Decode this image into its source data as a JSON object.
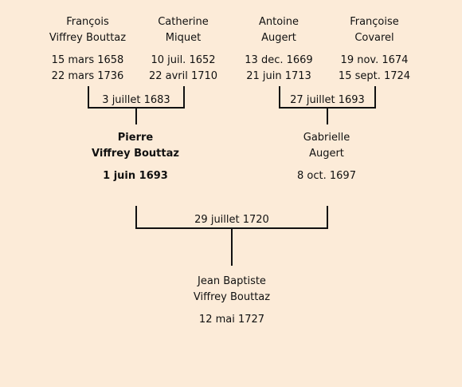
{
  "grandparents": [
    {
      "first": "François",
      "last": "Viffrey Bouttaz",
      "birth": "15 mars 1658",
      "death": "22 mars 1736"
    },
    {
      "first": "Catherine",
      "last": "Miquet",
      "birth": "10 juil. 1652",
      "death": "22 avril 1710"
    },
    {
      "first": "Antoine",
      "last": "Augert",
      "birth": "13 dec. 1669",
      "death": "21 juin 1713"
    },
    {
      "first": "Françoise",
      "last": "Covarel",
      "birth": "19 nov. 1674",
      "death": "15 sept. 1724"
    }
  ],
  "marriages": {
    "left": "3 juillet 1683",
    "right": "27 juillet 1693",
    "parents": "29 juillet 1720"
  },
  "parents": [
    {
      "first": "Pierre",
      "last": "Viffrey Bouttaz",
      "birth": "1 juin 1693"
    },
    {
      "first": "Gabrielle",
      "last": "Augert",
      "birth": "8 oct. 1697"
    }
  ],
  "child": {
    "first": "Jean Baptiste",
    "last": "Viffrey Bouttaz",
    "birth": "12 mai 1727"
  }
}
